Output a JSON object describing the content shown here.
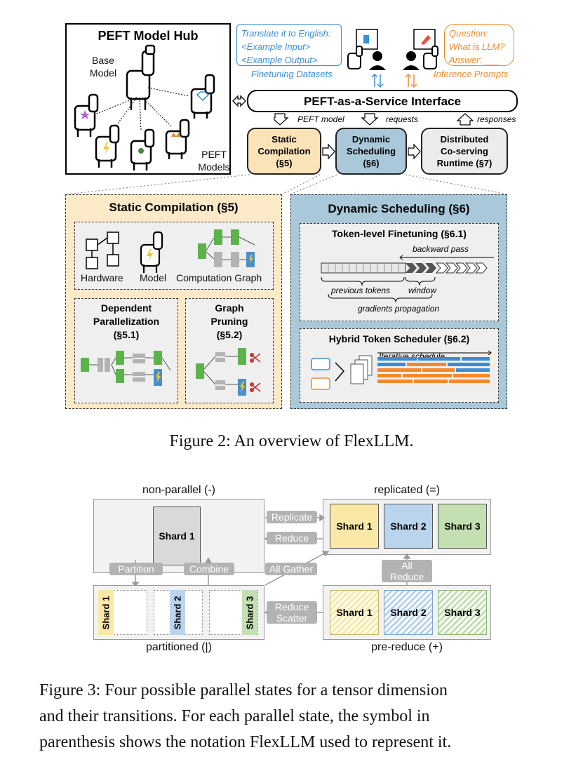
{
  "fig2": {
    "hub_title": "PEFT Model Hub",
    "base_model_line1": "Base",
    "base_model_line2": "Model",
    "peft_models_line1": "PEFT",
    "peft_models_line2": "Models",
    "finetune_text": [
      "Translate it to English:",
      "<Example Input>",
      "<Example Output>"
    ],
    "finetune_caption": "Finetuning Datasets",
    "inference_text": [
      "Question:",
      "What is LLM?",
      "Answer: ___"
    ],
    "inference_caption": "Inference Prompts",
    "service_interface": "PEFT-as-a-Service Interface",
    "arrow_peft_model": "PEFT model",
    "arrow_requests": "requests",
    "arrow_responses": "responses",
    "stage_static": [
      "Static",
      "Compilation",
      "(§5)"
    ],
    "stage_dynamic": [
      "Dynamic",
      "Scheduling",
      "(§6)"
    ],
    "stage_runtime": [
      "Distributed",
      "Co-serving",
      "Runtime (§7)"
    ],
    "sc_title": "Static Compilation (§5)",
    "sc_hardware": "Hardware",
    "sc_model": "Model",
    "sc_graph": "Computation Graph",
    "sc_dep_title": [
      "Dependent",
      "Parallelization",
      "(§5.1)"
    ],
    "sc_prune_title": [
      "Graph",
      "Pruning",
      "(§5.2)"
    ],
    "ds_title": "Dynamic Scheduling (§6)",
    "ds_tokenlevel": "Token-level Finetuning (§6.1)",
    "ds_backward": "backward pass",
    "ds_prev_tokens": "previous tokens",
    "ds_window": "window",
    "ds_gradients": "gradients propagation",
    "ds_hybrid": "Hybrid Token Scheduler (§6.2)",
    "ds_iterative": "Iterative schedule",
    "caption": "Figure 2: An overview of FlexLLM.",
    "colors": {
      "blue": "#3a8ed6",
      "orange": "#f08a2c",
      "green": "#5cb34a",
      "static_fill": "#fbe3b8",
      "dynamic_fill": "#a9c8d9"
    }
  },
  "fig3": {
    "non_parallel": "non-parallel (-)",
    "replicated": "replicated (=)",
    "partitioned": "partitioned (|)",
    "pre_reduce": "pre-reduce (+)",
    "shard1": "Shard 1",
    "shard2": "Shard 2",
    "shard3": "Shard 3",
    "replicate": "Replicate",
    "reduce": "Reduce",
    "partition": "Partition",
    "combine": "Combine",
    "all_gather": "All Gather",
    "all_reduce": [
      "All",
      "Reduce"
    ],
    "reduce_scatter": [
      "Reduce",
      "Scatter"
    ],
    "caption_lines": [
      "Figure 3: Four possible parallel states for a tensor dimension",
      "and their transitions. For each parallel state, the symbol in",
      "parenthesis shows the notation FlexLLM used to represent it."
    ],
    "colors": {
      "shard1": "#fbe8a6",
      "shard2": "#b9d4ec",
      "shard3": "#c4e0b2",
      "neutral": "#d9d9d9"
    }
  }
}
